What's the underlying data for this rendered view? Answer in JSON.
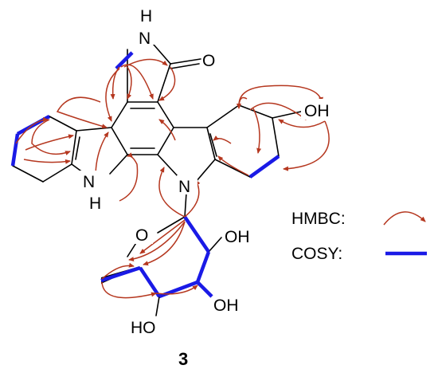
{
  "atoms": {
    "nh_top_n": "N",
    "nh_top_h": "H",
    "carbonyl_o": "O",
    "hydroxyl_right": "OH",
    "indole_nh_n": "N",
    "indole_nh_h": "H",
    "indole_n": "N",
    "ring_o": "O",
    "sugar_oh_1": "OH",
    "sugar_oh_2": "OH",
    "sugar_oh_3": "HO"
  },
  "legend": {
    "hmbc_label": "HMBC:",
    "cosy_label": "COSY:"
  },
  "compound_number": "3",
  "colors": {
    "hmbc": "#b5371f",
    "cosy": "#1a1ae6",
    "bond": "#000000"
  }
}
